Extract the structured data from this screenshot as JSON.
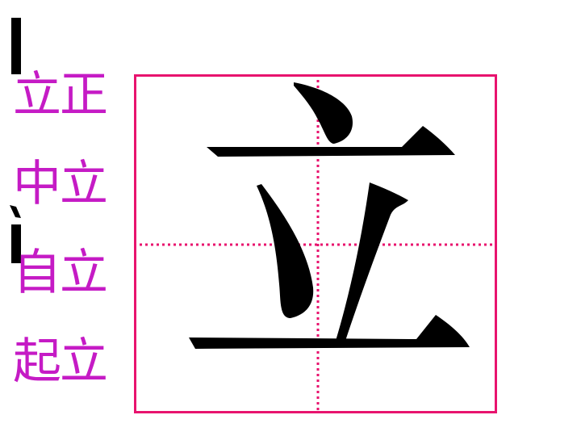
{
  "words": [
    "立正",
    "中立",
    "自立",
    "起立"
  ],
  "character": "立",
  "colors": {
    "word": "#c51bc5",
    "grid": "#e8136e",
    "stroke": "#000000"
  }
}
